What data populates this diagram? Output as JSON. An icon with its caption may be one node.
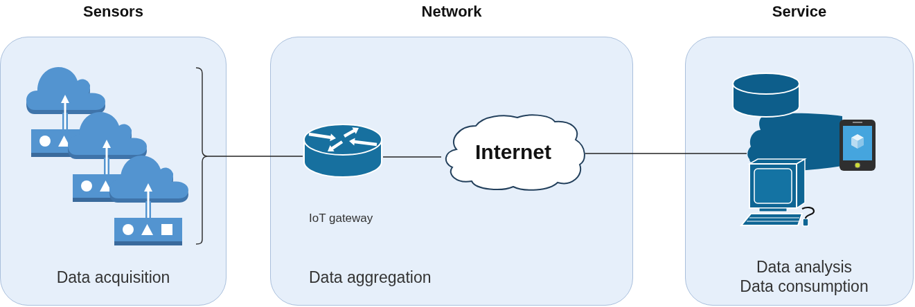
{
  "diagram": {
    "nodes": [
      {
        "text": [
          "Sensors",
          "Data acquisition"
        ]
      },
      {
        "text": [],
        "shape": "picture",
        "in": 0
      },
      {
        "text": [
          "Network",
          "Data aggregation"
        ]
      },
      {
        "text": [],
        "shape": "picture",
        "in": 2,
        "beside": [
          "IoT gateway"
        ]
      },
      {
        "text": [
          "Internet"
        ],
        "in": 2
      },
      {
        "text": [
          "Service",
          "Data analysis",
          "Data consumption"
        ]
      },
      {
        "text": [],
        "shape": "cloud",
        "in": 5
      }
    ],
    "edges": [
      {
        "from": 1,
        "to": 3,
        "arrow": "none"
      },
      {
        "from": 3,
        "to": 4,
        "arrow": "none"
      },
      {
        "from": 4,
        "to": 6,
        "arrow": "none"
      }
    ]
  }
}
